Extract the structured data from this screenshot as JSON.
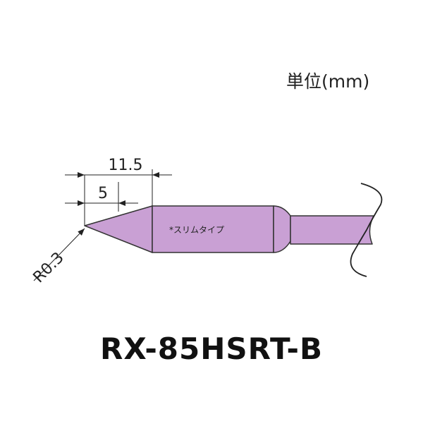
{
  "diagram": {
    "unit_label": "単位(mm)",
    "model_name": "RX-85HSRT-B",
    "tip_note": "*スリムタイプ",
    "dimensions": {
      "overall": "11.5",
      "taper": "5",
      "radius": "R0.3"
    },
    "colors": {
      "tip_fill": "#c9a0d4",
      "outline": "#333333"
    }
  }
}
